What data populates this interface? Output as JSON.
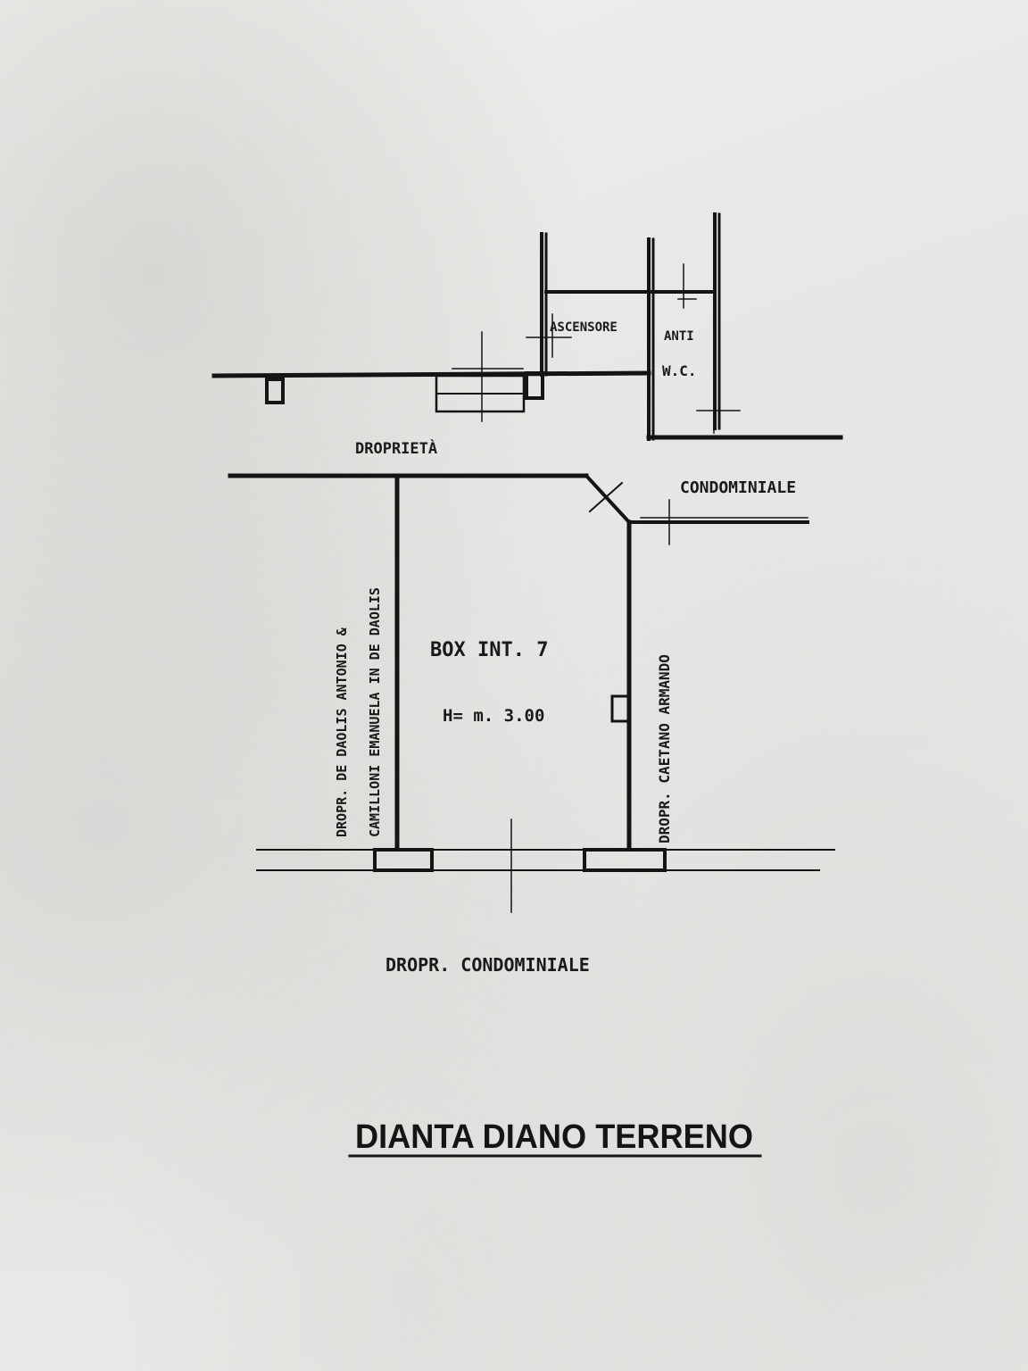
{
  "labels": {
    "ascensore": "ASCENSORE",
    "anti": "ANTI",
    "wc": "W.C.",
    "proprieta": "DROPRIETÀ",
    "condominiale_right": "CONDOMINIALE",
    "box": "BOX INT. 7",
    "height": "H= m. 3.00",
    "left_owner_line1": "DROPR. DE DAOLIS ANTONIO &",
    "left_owner_line2": "CAMILLONI EMANUELA IN DE DAOLIS",
    "right_owner": "DROPR. CAETANO ARMANDO",
    "bottom": "DROPR. CONDOMINIALE",
    "title": "DIANTA DIANO TERRENO"
  }
}
